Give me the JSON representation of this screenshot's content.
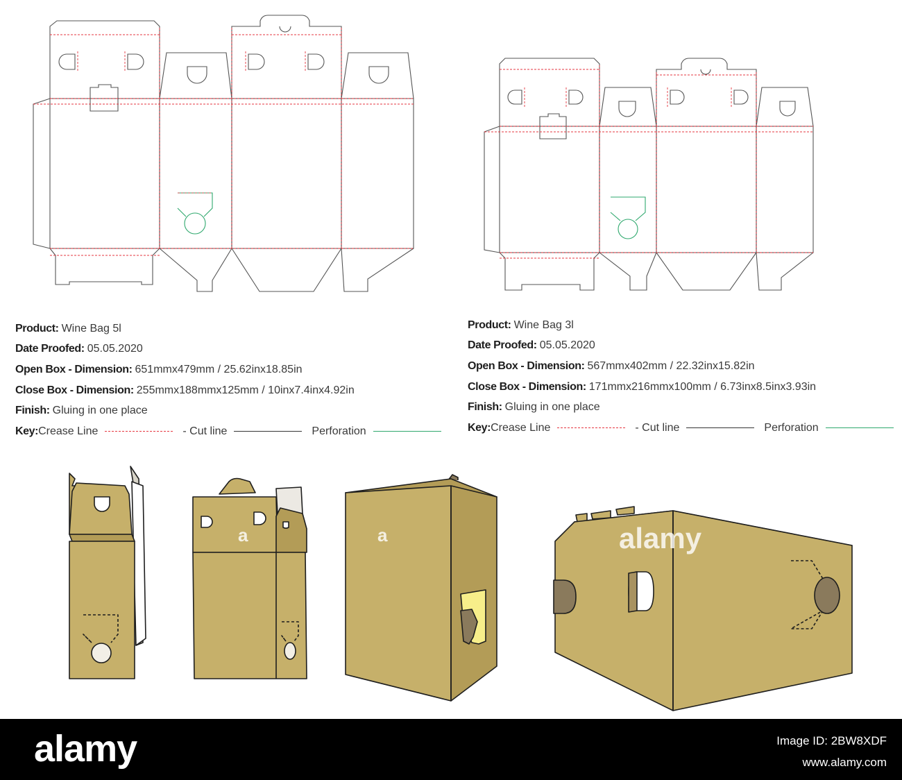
{
  "specs": [
    {
      "product": {
        "label": "Product:",
        "value": "Wine Bag 5l"
      },
      "date": {
        "label": "Date Proofed:",
        "value": "05.05.2020"
      },
      "open": {
        "label": "Open Box - Dimension:",
        "value": "651mmx479mm / 25.62inx18.85in"
      },
      "close": {
        "label": "Close Box - Dimension:",
        "value": "255mmx188mmx125mm / 10inx7.4inx4.92in"
      },
      "finish": {
        "label": "Finish:",
        "value": "Gluing in one place"
      },
      "key": {
        "label": "Key:",
        "crease": "Crease Line",
        "cut": "- Cut line",
        "perforation": "Perforation"
      }
    },
    {
      "product": {
        "label": "Product:",
        "value": "Wine Bag 3l"
      },
      "date": {
        "label": "Date Proofed:",
        "value": "05.05.2020"
      },
      "open": {
        "label": "Open Box - Dimension:",
        "value": "567mmx402mm / 22.32inx15.82in"
      },
      "close": {
        "label": "Close Box - Dimension:",
        "value": "171mmx216mmx100mm / 6.73inx8.5inx3.93in"
      },
      "finish": {
        "label": "Finish:",
        "value": "Gluing in one place"
      },
      "key": {
        "label": "Key:",
        "crease": "Crease Line",
        "cut": "- Cut line",
        "perforation": "Perforation"
      }
    }
  ],
  "watermark": {
    "small": "a",
    "large": "alamy"
  },
  "footer": {
    "logo": "alamy",
    "image_id": "Image ID: 2BW8XDF",
    "site": "www.alamy.com"
  },
  "colors": {
    "crease": "#e5353f",
    "cut": "#333333",
    "perforation": "#2ea86d",
    "kraft": "#c6b06a",
    "kraft_dark": "#b39c57"
  }
}
